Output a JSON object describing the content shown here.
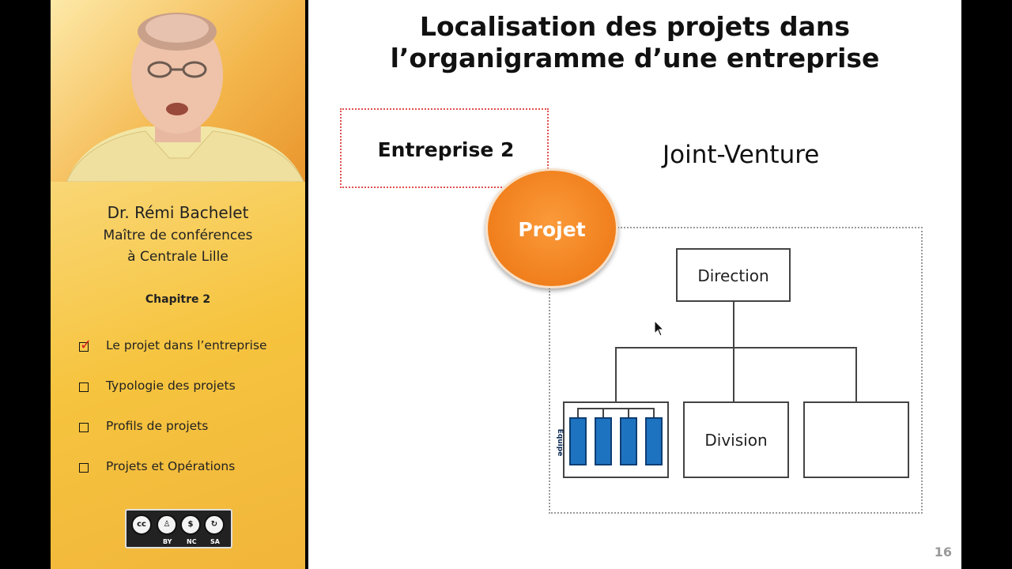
{
  "presenter": {
    "name": "Dr. Rémi Bachelet",
    "role_line1": "Maître de conférences",
    "role_line2": "à Centrale Lille"
  },
  "chapter": "Chapitre 2",
  "outline": [
    {
      "label": "Le projet dans l’entreprise",
      "checked": true
    },
    {
      "label": "Typologie des projets",
      "checked": false
    },
    {
      "label": "Profils de projets",
      "checked": false
    },
    {
      "label": "Projets et Opérations",
      "checked": false
    }
  ],
  "license": {
    "icons": [
      "cc-icon",
      "by-icon",
      "nc-icon",
      "sa-icon"
    ],
    "labels": [
      "BY",
      "NC",
      "SA"
    ]
  },
  "slide": {
    "title_line1": "Localisation des projets dans",
    "title_line2": "l’organigramme d’une entreprise",
    "entreprise2": "Entreprise 2",
    "joint_venture": "Joint-Venture",
    "projet": "Projet",
    "direction": "Direction",
    "division": "Division",
    "team_label": "Equipe",
    "page_number": "16"
  },
  "colors": {
    "projet": "#f07f1c",
    "team": "#1e73c0",
    "panel": "#f6c43f",
    "dotted_red": "#e05050"
  }
}
